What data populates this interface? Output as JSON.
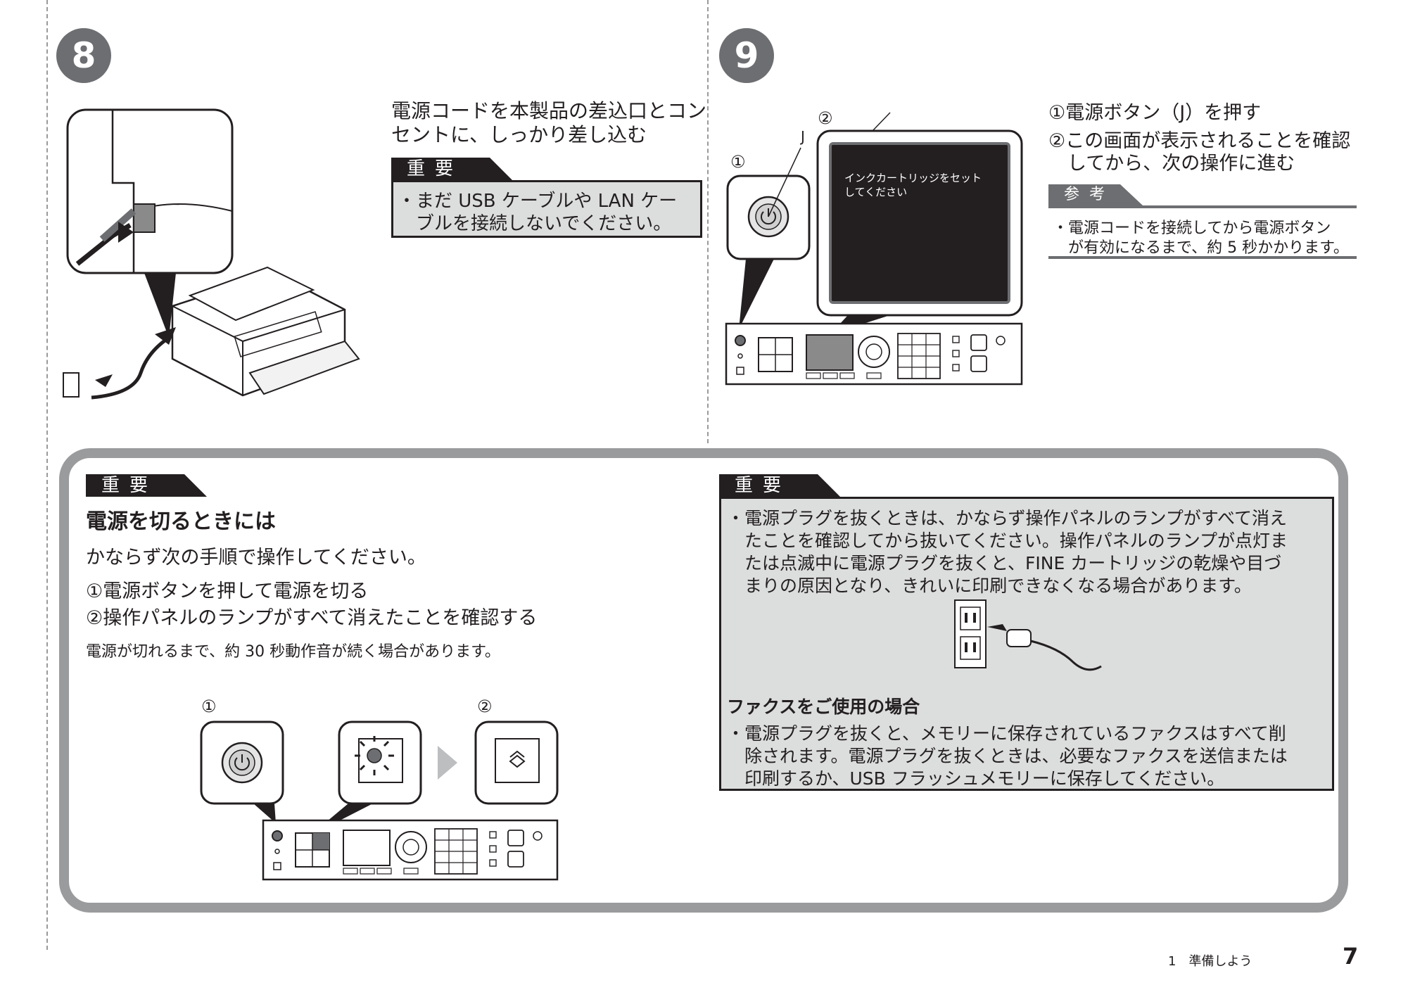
{
  "step8": {
    "number": "8",
    "instruction": [
      "電源コードを本製品の差込口とコン",
      "セントに、しっかり差し込む"
    ],
    "important_tag": "重要",
    "important_text": [
      "・まだ USB ケーブルや LAN ケー",
      "　ブルを接続しないでください。"
    ]
  },
  "step9": {
    "number": "9",
    "instructions": [
      "①電源ボタン（J）を押す",
      "②この画面が表示されることを確認",
      "　してから、次の操作に進む"
    ],
    "note_tag": "参考",
    "note_text": [
      "・電源コードを接続してから電源ボタン",
      "　が有効になるまで、約 5 秒かかります。"
    ],
    "callout_1": "①",
    "callout_2": "②",
    "callout_j": "J",
    "screen_text": [
      "インクカートリッジをセット",
      "してください"
    ]
  },
  "power_off": {
    "tag": "重要",
    "heading": "電源を切るときには",
    "intro": "かならず次の手順で操作してください。",
    "steps": [
      "①電源ボタンを押して電源を切る",
      "②操作パネルのランプがすべて消えたことを確認する"
    ],
    "note": "電源が切れるまで、約 30 秒動作音が続く場合があります。",
    "callout_1": "①",
    "callout_2": "②"
  },
  "unplug": {
    "tag": "重要",
    "text": [
      "・電源プラグを抜くときは、かならず操作パネルのランプがすべて消え",
      "　たことを確認してから抜いてください。操作パネルのランプが点灯ま",
      "　たは点滅中に電源プラグを抜くと、FINE カートリッジの乾燥や目づ",
      "　まりの原因となり、きれいに印刷できなくなる場合があります。"
    ],
    "fax_heading": "ファクスをご使用の場合",
    "fax_text": [
      "・電源プラグを抜くと、メモリーに保存されているファクスはすべて削",
      "　除されます。電源プラグを抜くときは、必要なファクスを送信または",
      "　印刷するか、USB フラッシュメモリーに保存してください。"
    ]
  },
  "footer": {
    "section": "1　準備しよう",
    "page_number": "7"
  }
}
